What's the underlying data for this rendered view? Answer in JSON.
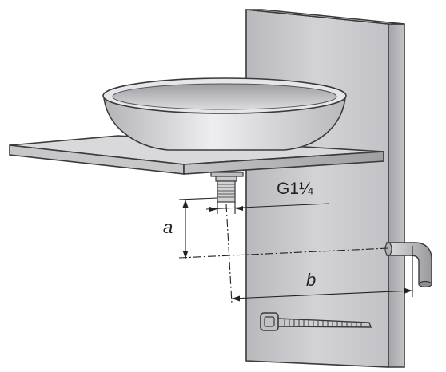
{
  "labels": {
    "thread_size": "G1¼",
    "height_dimension": "a",
    "distance_dimension": "b"
  },
  "colors": {
    "line": "#3a3a3a",
    "wall_front": "#c9c9cc",
    "wall_side": "#aeaeb2",
    "shelf_top": "#d8d8da",
    "shelf_edge": "#a9a9ad",
    "basin": "#cfcfd2",
    "dimension": "#222222"
  }
}
